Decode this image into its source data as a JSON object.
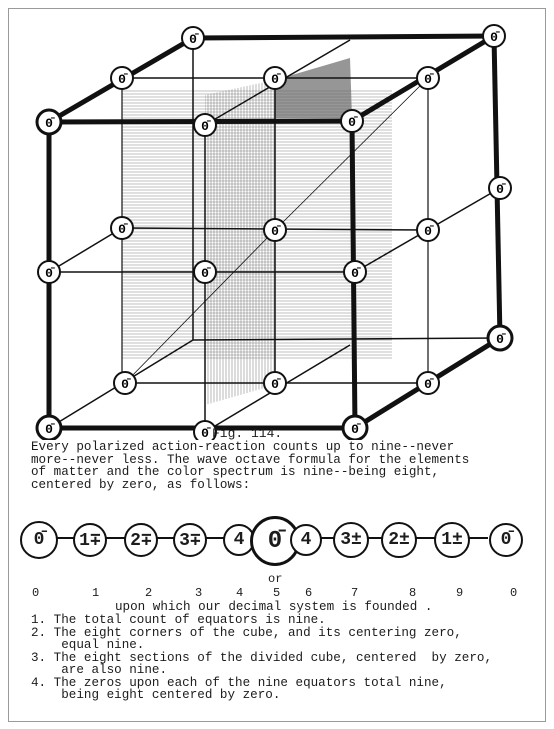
{
  "figure": {
    "label": "Fig. 114.",
    "zero_symbol": "0̄"
  },
  "description": "Every polarized action-reaction counts up to nine--never\nmore--never less. The wave octave formula for the elements\nof matter and the color spectrum is nine--being eight,\ncentered by zero, as follows:",
  "series_row": [
    "0̄",
    "1∓",
    "2∓",
    "3∓",
    "4",
    "0̄",
    "4",
    "3±",
    "2±",
    "1±",
    "0̄"
  ],
  "or_label": "or",
  "decimal_digits": [
    "0",
    "1",
    "2",
    "3",
    "4",
    "5",
    "6",
    "7",
    "8",
    "9",
    "0"
  ],
  "decimal_note": "upon which our decimal system is founded .",
  "list": [
    "1. The total count of equators is nine.",
    "2. The eight corners of the cube, and its centering zero,\n    equal nine.",
    "3. The eight sections of the divided cube, centered  by zero,\n    are also nine.",
    "4. The zeros upon each of the nine equators total nine,\n    being eight centered by zero."
  ]
}
